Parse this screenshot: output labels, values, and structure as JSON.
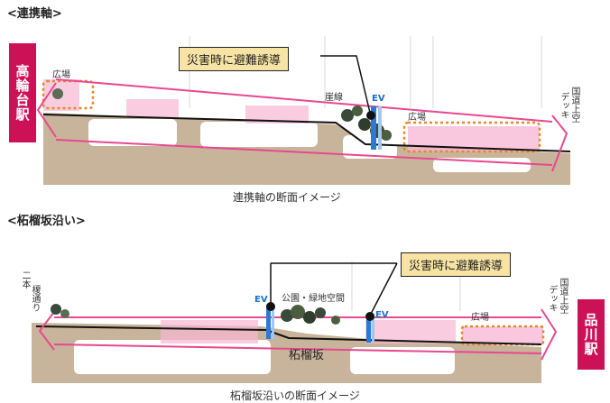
{
  "section1": {
    "heading": "<連携軸>",
    "station": "高輪台駅",
    "plaza_left": "広場",
    "slope_green": "崖線",
    "ev": "EV",
    "plaza_right": "広場",
    "deck": "デッキ",
    "national_road": "国道上空",
    "callout": "災害時に避難誘導",
    "caption": "連携軸の断面イメージ"
  },
  "section2": {
    "heading": "<柘榴坂沿い>",
    "left_side_top": "二本",
    "left_side_bottom": "榎通り",
    "ev_left": "EV",
    "park_label": "公園・緑地空間",
    "ev_right": "EV",
    "plaza": "広場",
    "slope_name": "柘榴坂",
    "deck": "デッキ",
    "national_road": "国道上空",
    "station": "品川駅",
    "callout": "災害時に避難誘導",
    "caption": "柘榴坂沿いの断面イメージ"
  },
  "colors": {
    "ground": "#c8b49a",
    "magenta": "#e8488f",
    "pink_fill": "#f7b6d3",
    "station_red": "#cc1156",
    "callout_fill": "#f7e3a3",
    "orange_dash": "#e8862a",
    "ev_blue": "#2a7bd8"
  }
}
